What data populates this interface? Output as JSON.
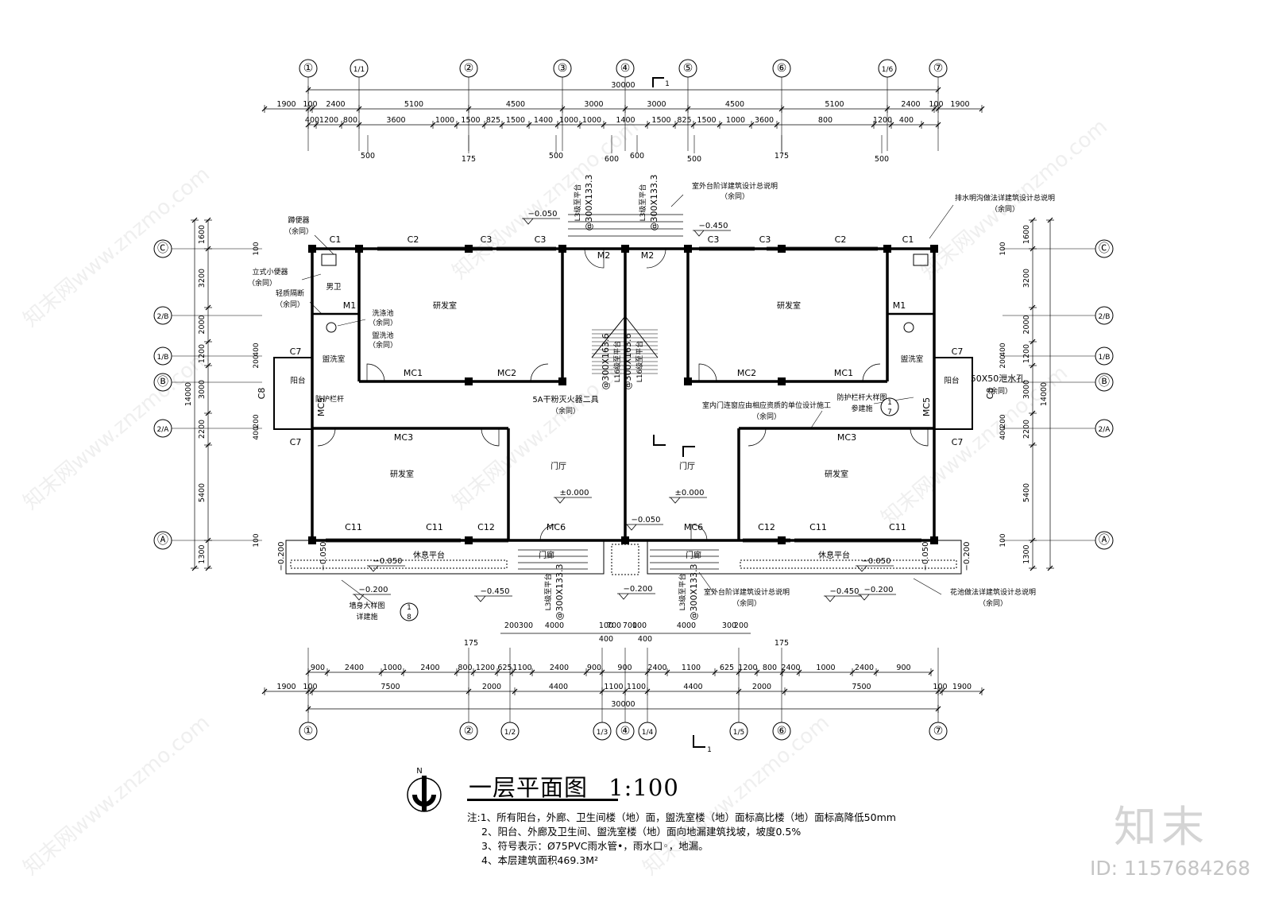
{
  "drawing": {
    "title": "一层平面图",
    "scale": "1:100",
    "north_label": "N",
    "section_mark": "1"
  },
  "axes_top": [
    "①",
    "1/1",
    "②",
    "③",
    "④",
    "⑤",
    "⑥",
    "1/6",
    "⑦"
  ],
  "axes_bottom": [
    "①",
    "②",
    "1/2",
    "1/3",
    "④",
    "1/4",
    "1/5",
    "⑥",
    "⑦"
  ],
  "axes_left": [
    "Ⓒ",
    "2/B",
    "1/B",
    "Ⓑ",
    "2/A",
    "Ⓐ"
  ],
  "axes_right": [
    "Ⓒ",
    "2/B",
    "1/B",
    "Ⓑ",
    "2/A",
    "Ⓐ"
  ],
  "dims_top": {
    "total": "30000",
    "row1": [
      "1900",
      "100",
      "2400",
      "5100",
      "4500",
      "3000",
      "3000",
      "4500",
      "5100",
      "2400",
      "100",
      "1900"
    ],
    "row2": [
      "400",
      "1200",
      "800",
      "3600",
      "1000",
      "1500",
      "825",
      "1500",
      "1400",
      "1000",
      "1000",
      "1400",
      "1500",
      "825",
      "1500",
      "1000",
      "3600",
      "800",
      "1200",
      "400"
    ],
    "row3": [
      "500",
      "175",
      "500",
      "600",
      "600",
      "500",
      "175",
      "500"
    ]
  },
  "dims_bottom": {
    "total": "30000",
    "row1": [
      "900",
      "2400",
      "1000",
      "2400",
      "800",
      "1200",
      "625",
      "1100",
      "2400",
      "900",
      "900",
      "2400",
      "1100",
      "625",
      "1200",
      "800",
      "2400",
      "1000",
      "2400",
      "900"
    ],
    "row2": [
      "1900",
      "100",
      "7500",
      "2000",
      "4400",
      "1100",
      "1100",
      "4400",
      "2000",
      "7500",
      "100",
      "1900"
    ],
    "top": [
      "175",
      "175"
    ],
    "porch": [
      "200",
      "300",
      "4000",
      "100",
      "700",
      "700",
      "100",
      "4000",
      "300",
      "200",
      "400",
      "400"
    ]
  },
  "dims_left": {
    "total": "14000",
    "outer": [
      "1600",
      "3200",
      "2000",
      "1200",
      "3000",
      "2200",
      "5400",
      "1300"
    ],
    "inner": [
      "100",
      "400",
      "200",
      "200",
      "400",
      "100"
    ]
  },
  "rooms": {
    "rd1": "研发室",
    "rd2": "研发室",
    "rd3": "研发室",
    "rd4": "研发室",
    "lobby_l": "门厅",
    "lobby_r": "门厅",
    "porch_l": "门廊",
    "porch_r": "门廊",
    "rest_l": "休息平台",
    "rest_r": "休息平台",
    "toilet_l": "男卫",
    "wash_l": "盥洗室",
    "wash_r": "盥洗室",
    "balcony_l": "阳台",
    "balcony_r": "阳台"
  },
  "doors_windows": {
    "c1": "C1",
    "c2": "C2",
    "c3": "C3",
    "c7": "C7",
    "c8": "C8",
    "c11": "C11",
    "c12": "C12",
    "m1": "M1",
    "m2": "M2",
    "mc1": "MC1",
    "mc2": "MC2",
    "mc3": "MC3",
    "mc5": "MC5",
    "mc6": "MC6"
  },
  "elevations": {
    "e0": "±0.000",
    "n050": "−0.050",
    "n200": "−0.200",
    "n450": "−0.450"
  },
  "annotations": {
    "squat_toilet": "蹲便器",
    "urinal": "立式小便器",
    "partition": "轻质隔断",
    "mop_sink": "洗涤池",
    "wash_basin": "盥洗池",
    "same": "（余同）",
    "railing": "防护栏杆",
    "railing_detail": "防护栏杆大样图",
    "see_arch": "参建施",
    "ext_step": "室外台阶详建筑设计总说明",
    "drain": "排水明沟做法详建筑设计总说明",
    "planter": "花池做法详建筑设计总说明",
    "wall_detail": "墙身大样图",
    "see_arch2": "详建施",
    "extinguisher": "5A干粉灭火器二具",
    "door_window_note": "室内门连窗应由相应资质的单位设计施工",
    "drain_hole": "50X50泄水孔",
    "stair_l3": "L3级至平台",
    "stair_300": "@300X133.3",
    "stair_l16": "L16级至平台",
    "stair_163": "@300X163.6"
  },
  "notes": [
    "注:1、所有阳台，外廊、卫生间楼（地）面，盥洗室楼（地）面标高比楼（地）面标高降低50mm",
    "2、阳台、外廊及卫生间、盥洗室楼（地）面向地漏建筑找坡，坡度0.5%",
    "3、符号表示：Ø75PVC雨水管•，雨水口◦，地漏。",
    "4、本层建筑面积469.3M²"
  ],
  "branding": {
    "logo": "知末",
    "id": "ID: 1157684268",
    "watermark": "知末网www.znzmo.com"
  }
}
